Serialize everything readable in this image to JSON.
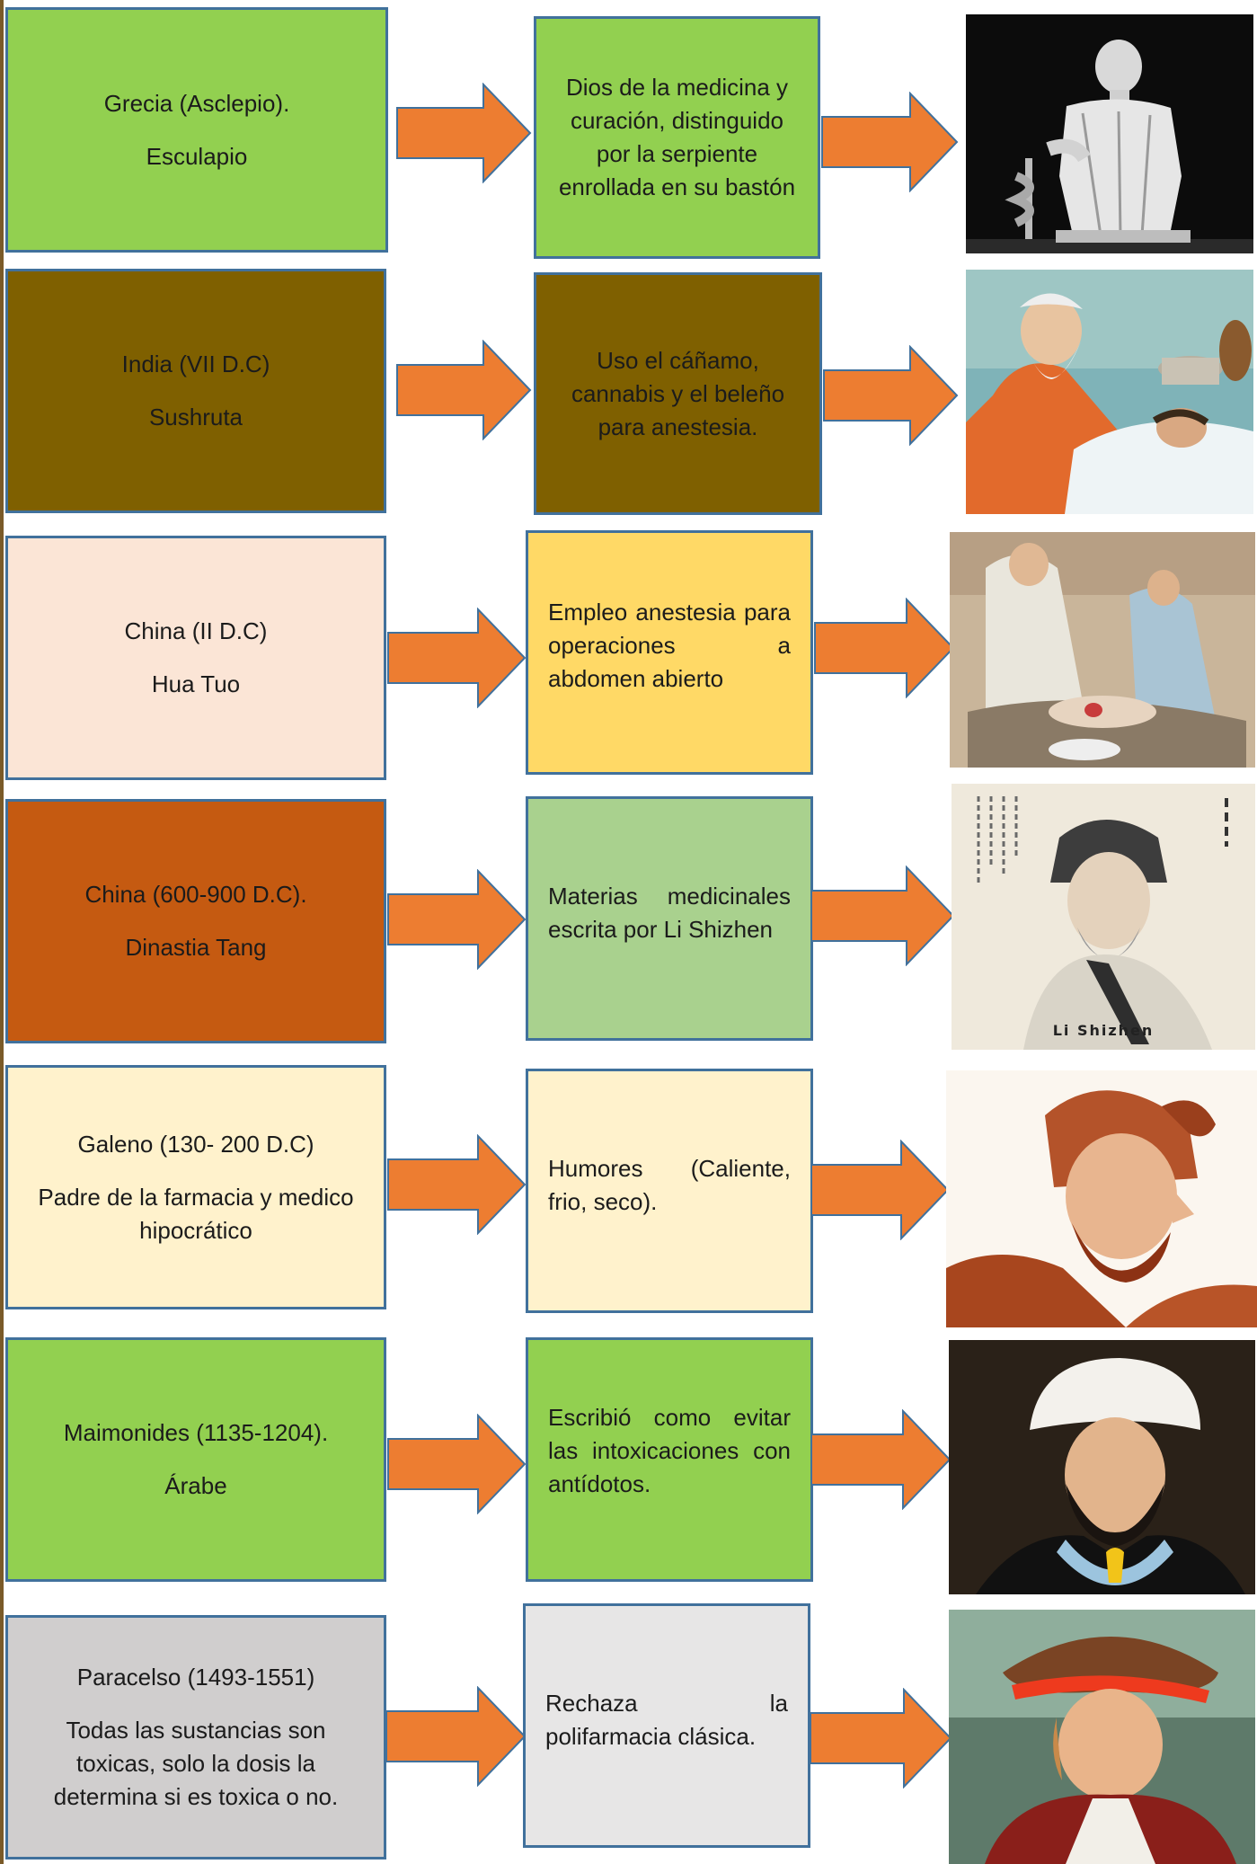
{
  "rows": [
    {
      "origin": {
        "line1": "Grecia (Asclepio).",
        "line2": "Esculapio",
        "bg": "#92d050"
      },
      "detail": {
        "text": "Dios de la medicina y curación, distinguido por la serpiente enrollada en su bastón",
        "bg": "#92d050"
      },
      "image": {
        "subject": "asclepius-statue"
      }
    },
    {
      "origin": {
        "line1": "India (VII D.C)",
        "line2": "Sushruta",
        "bg": "#7f6000"
      },
      "detail": {
        "text": "Uso el cáñamo, cannabis y el beleño para anestesia.",
        "bg": "#7f6000"
      },
      "image": {
        "subject": "sushruta-painting"
      }
    },
    {
      "origin": {
        "line1": "China (II D.C)",
        "line2": "Hua Tuo",
        "bg": "#fbe5d6"
      },
      "detail": {
        "text": "Empleo anestesia para operaciones a abdomen abierto",
        "bg": "#ffd966"
      },
      "image": {
        "subject": "hua-tuo-surgery-painting"
      }
    },
    {
      "origin": {
        "line1": "China (600-900 D.C).",
        "line2": "Dinastia Tang",
        "bg": "#c55a11"
      },
      "detail": {
        "text": "Materias medicinales escrita por Li Shizhen",
        "bg": "#a9d18e"
      },
      "image": {
        "subject": "li-shizhen-portrait",
        "caption": "Li Shizhen"
      }
    },
    {
      "origin": {
        "line1": "Galeno (130- 200 D.C)",
        "line2": "Padre de la farmacia y medico hipocrático",
        "bg": "#fff2cc"
      },
      "detail": {
        "text": "Humores (Caliente, frio, seco).",
        "bg": "#fff2cc"
      },
      "image": {
        "subject": "galen-engraving"
      }
    },
    {
      "origin": {
        "line1": "Maimonides (1135-1204).",
        "line2": "Árabe",
        "bg": "#92d050"
      },
      "detail": {
        "text": "Escribió como evitar las intoxicaciones con antídotos.",
        "bg": "#92d050"
      },
      "image": {
        "subject": "maimonides-portrait"
      }
    },
    {
      "origin": {
        "line1": "Paracelso (1493-1551)",
        "line2": "Todas las sustancias son toxicas, solo la dosis la determina si es toxica o no.",
        "bg": "#d0cece"
      },
      "detail": {
        "text": "Rechaza la polifarmacia clásica.",
        "bg": "#e7e6e6"
      },
      "image": {
        "subject": "paracelsus-portrait"
      }
    }
  ],
  "colors": {
    "arrow": "#ed7d31",
    "arrow_border": "#41719c",
    "box_border": "#41719c"
  }
}
